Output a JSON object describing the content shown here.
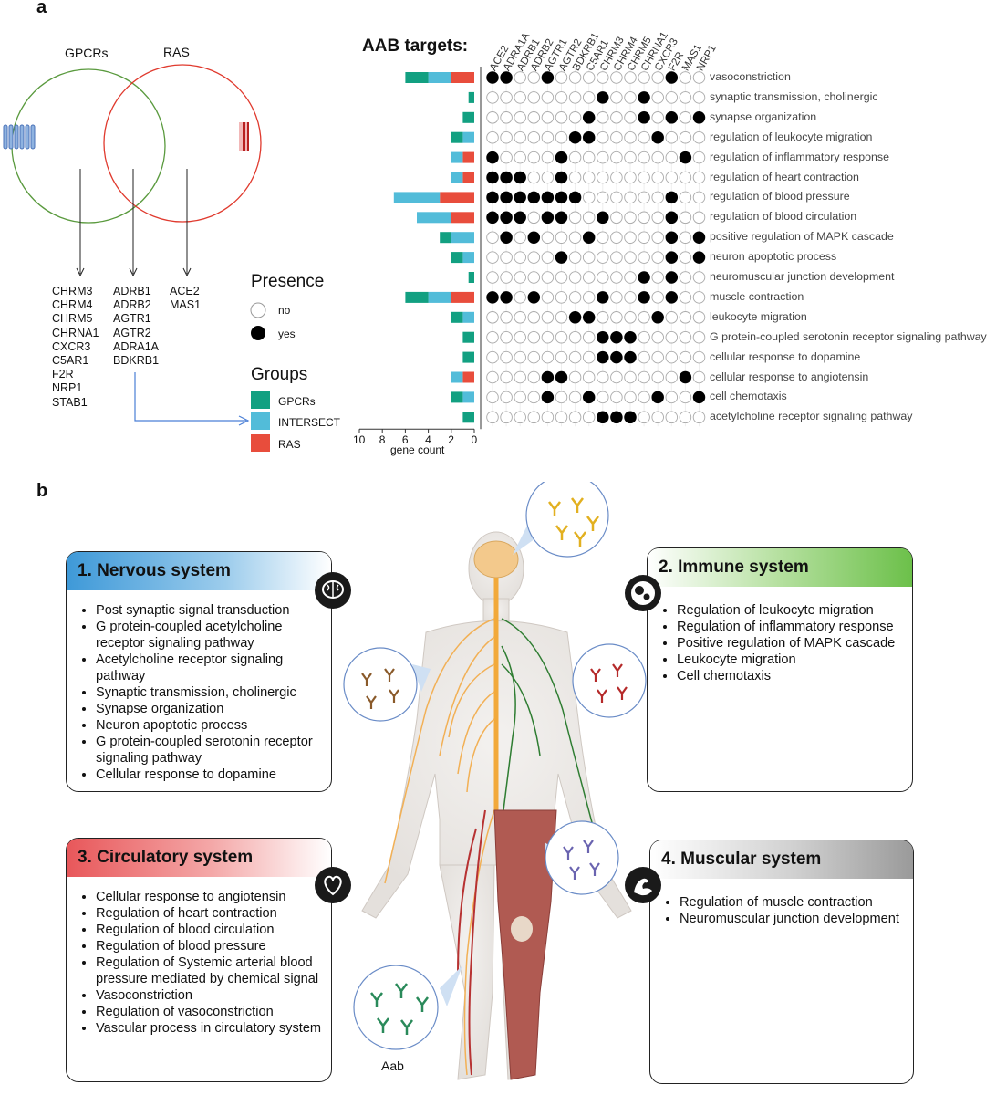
{
  "panel_a": {
    "letter": "a",
    "venn": {
      "left_label": "GPCRs",
      "right_label": "RAS"
    },
    "gene_lists": {
      "gpcrs_only": [
        "CHRM3",
        "CHRM4",
        "CHRM5",
        "CHRNA1",
        "CXCR3",
        "C5AR1",
        "F2R",
        "NRP1",
        "STAB1"
      ],
      "intersect": [
        "ADRB1",
        "ADRB2",
        "AGTR1",
        "AGTR2",
        "ADRA1A",
        "BDKRB1"
      ],
      "ras_only": [
        "ACE2",
        "MAS1"
      ]
    },
    "legend": {
      "presence_title": "Presence",
      "presence_no": "no",
      "presence_yes": "yes",
      "groups_title": "Groups",
      "groups": [
        {
          "label": "GPCRs",
          "color": "#12a081"
        },
        {
          "label": "INTERSECT",
          "color": "#52bcd9"
        },
        {
          "label": "RAS",
          "color": "#e84d3c"
        }
      ]
    },
    "aab_title": "AAB targets:",
    "xlabel": "gene count",
    "ticks": [
      "10",
      "8",
      "6",
      "4",
      "2",
      "0"
    ]
  },
  "chart_data": {
    "type": "bar",
    "orientation": "horizontal",
    "xlabel": "gene count",
    "xlim": [
      0,
      10
    ],
    "categories": [
      "vasoconstriction",
      "synaptic transmission, cholinergic",
      "synapse organization",
      "regulation of leukocyte migration",
      "regulation of inflammatory response",
      "regulation of heart contraction",
      "regulation of blood pressure",
      "regulation of blood circulation",
      "positive regulation of MAPK cascade",
      "neuron apoptotic process",
      "neuromuscular junction development",
      "muscle contraction",
      "leukocyte migration",
      "G protein-coupled serotonin receptor signaling pathway",
      "cellular response to dopamine",
      "cellular response to angiotensin",
      "cell chemotaxis",
      "acetylcholine receptor signaling pathway"
    ],
    "series": [
      {
        "name": "GPCRs",
        "color": "#12a081",
        "values": [
          2,
          0.5,
          1,
          1,
          0,
          0,
          0,
          0,
          1,
          1,
          0.5,
          2,
          1,
          1,
          1,
          0,
          1,
          1
        ]
      },
      {
        "name": "INTERSECT",
        "color": "#52bcd9",
        "values": [
          2,
          0,
          0,
          1,
          1,
          1,
          4,
          3,
          2,
          1,
          0,
          2,
          1,
          0,
          0,
          1,
          1,
          0
        ]
      },
      {
        "name": "RAS",
        "color": "#e84d3c",
        "values": [
          2,
          0,
          0,
          0,
          1,
          1,
          3,
          2,
          0,
          0,
          0,
          2,
          0,
          0,
          0,
          1,
          0,
          0
        ]
      }
    ],
    "targets": [
      "ACE2",
      "ADRA1A",
      "ADRB1",
      "ADRB2",
      "AGTR1",
      "AGTR2",
      "BDKRB1",
      "C5AR1",
      "CHRM3",
      "CHRM4",
      "CHRM5",
      "CHRNA1",
      "CXCR3",
      "F2R",
      "MAS1",
      "NRP1"
    ],
    "presence": [
      [
        1,
        1,
        0,
        0,
        1,
        0,
        0,
        0,
        0,
        0,
        0,
        0,
        0,
        1,
        0,
        0
      ],
      [
        0,
        0,
        0,
        0,
        0,
        0,
        0,
        0,
        1,
        0,
        0,
        1,
        0,
        0,
        0,
        0
      ],
      [
        0,
        0,
        0,
        0,
        0,
        0,
        0,
        1,
        0,
        0,
        0,
        1,
        0,
        1,
        0,
        1
      ],
      [
        0,
        0,
        0,
        0,
        0,
        0,
        1,
        1,
        0,
        0,
        0,
        0,
        1,
        0,
        0,
        0
      ],
      [
        1,
        0,
        0,
        0,
        0,
        1,
        0,
        0,
        0,
        0,
        0,
        0,
        0,
        0,
        1,
        0
      ],
      [
        1,
        1,
        1,
        0,
        0,
        1,
        0,
        0,
        0,
        0,
        0,
        0,
        0,
        0,
        0,
        0
      ],
      [
        1,
        1,
        1,
        1,
        1,
        1,
        1,
        0,
        0,
        0,
        0,
        0,
        0,
        1,
        0,
        0
      ],
      [
        1,
        1,
        1,
        0,
        1,
        1,
        0,
        0,
        1,
        0,
        0,
        0,
        0,
        1,
        0,
        0
      ],
      [
        0,
        1,
        0,
        1,
        0,
        0,
        0,
        1,
        0,
        0,
        0,
        0,
        0,
        1,
        0,
        1
      ],
      [
        0,
        0,
        0,
        0,
        0,
        1,
        0,
        0,
        0,
        0,
        0,
        0,
        0,
        1,
        0,
        1
      ],
      [
        0,
        0,
        0,
        0,
        0,
        0,
        0,
        0,
        0,
        0,
        0,
        1,
        0,
        1,
        0,
        0
      ],
      [
        1,
        1,
        0,
        1,
        0,
        0,
        0,
        0,
        1,
        0,
        0,
        1,
        0,
        1,
        0,
        0
      ],
      [
        0,
        0,
        0,
        0,
        0,
        0,
        1,
        1,
        0,
        0,
        0,
        0,
        1,
        0,
        0,
        0
      ],
      [
        0,
        0,
        0,
        0,
        0,
        0,
        0,
        0,
        1,
        1,
        1,
        0,
        0,
        0,
        0,
        0
      ],
      [
        0,
        0,
        0,
        0,
        0,
        0,
        0,
        0,
        1,
        1,
        1,
        0,
        0,
        0,
        0,
        0
      ],
      [
        0,
        0,
        0,
        0,
        1,
        1,
        0,
        0,
        0,
        0,
        0,
        0,
        0,
        0,
        1,
        0
      ],
      [
        0,
        0,
        0,
        0,
        1,
        0,
        0,
        1,
        0,
        0,
        0,
        0,
        1,
        0,
        0,
        1
      ],
      [
        0,
        0,
        0,
        0,
        0,
        0,
        0,
        0,
        1,
        1,
        1,
        0,
        0,
        0,
        0,
        0
      ]
    ],
    "legend": "left"
  },
  "panel_b": {
    "letter": "b",
    "aab_label": "Aab",
    "boxes": {
      "nervous": {
        "title": "1.  Nervous system",
        "color": "#3e99d8",
        "items": [
          "Post synaptic signal transduction",
          "G protein-coupled acetylcholine receptor signaling pathway",
          "Acetylcholine receptor signaling pathway",
          "Synaptic transmission, cholinergic",
          "Synapse organization",
          "Neuron apoptotic process",
          "G protein-coupled serotonin receptor signaling pathway",
          "Cellular response to dopamine"
        ]
      },
      "immune": {
        "title": "2. Immune system",
        "color": "#6cc04a",
        "items": [
          "Regulation of leukocyte migration",
          "Regulation of inflammatory response",
          "Positive regulation of MAPK cascade",
          "Leukocyte migration",
          "Cell chemotaxis"
        ]
      },
      "circulatory": {
        "title": "3. Circulatory system",
        "color": "#e8575a",
        "items": [
          "Cellular response to angiotensin",
          "Regulation of heart contraction",
          "Regulation of blood circulation",
          "Regulation of blood pressure",
          "Regulation of Systemic arterial blood pressure mediated by chemical signal",
          "Vasoconstriction",
          "Regulation of vasoconstriction",
          "Vascular process in circulatory system"
        ]
      },
      "muscular": {
        "title": "4. Muscular system",
        "color": "#9a9a9a",
        "items": [
          "Regulation of muscle contraction",
          "Neuromuscular junction development"
        ]
      }
    }
  }
}
